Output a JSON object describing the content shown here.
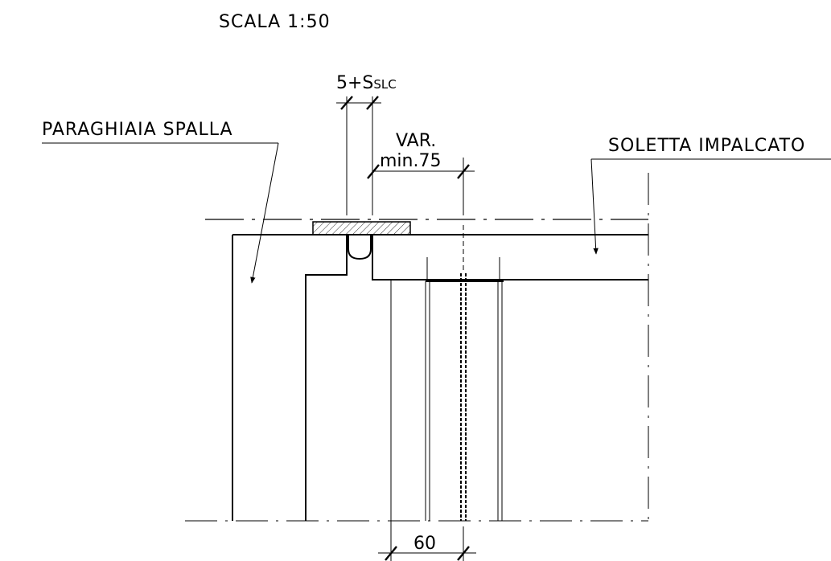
{
  "scale_label": "SCALA 1:50",
  "labels": {
    "left": "PARAGHIAIA SPALLA",
    "right": "SOLETTA IMPALCATO"
  },
  "dimensions": {
    "joint_main": "5+S",
    "joint_sub": "SLC",
    "var_top": "VAR.",
    "var_bottom": "min.75",
    "bottom": "60"
  }
}
